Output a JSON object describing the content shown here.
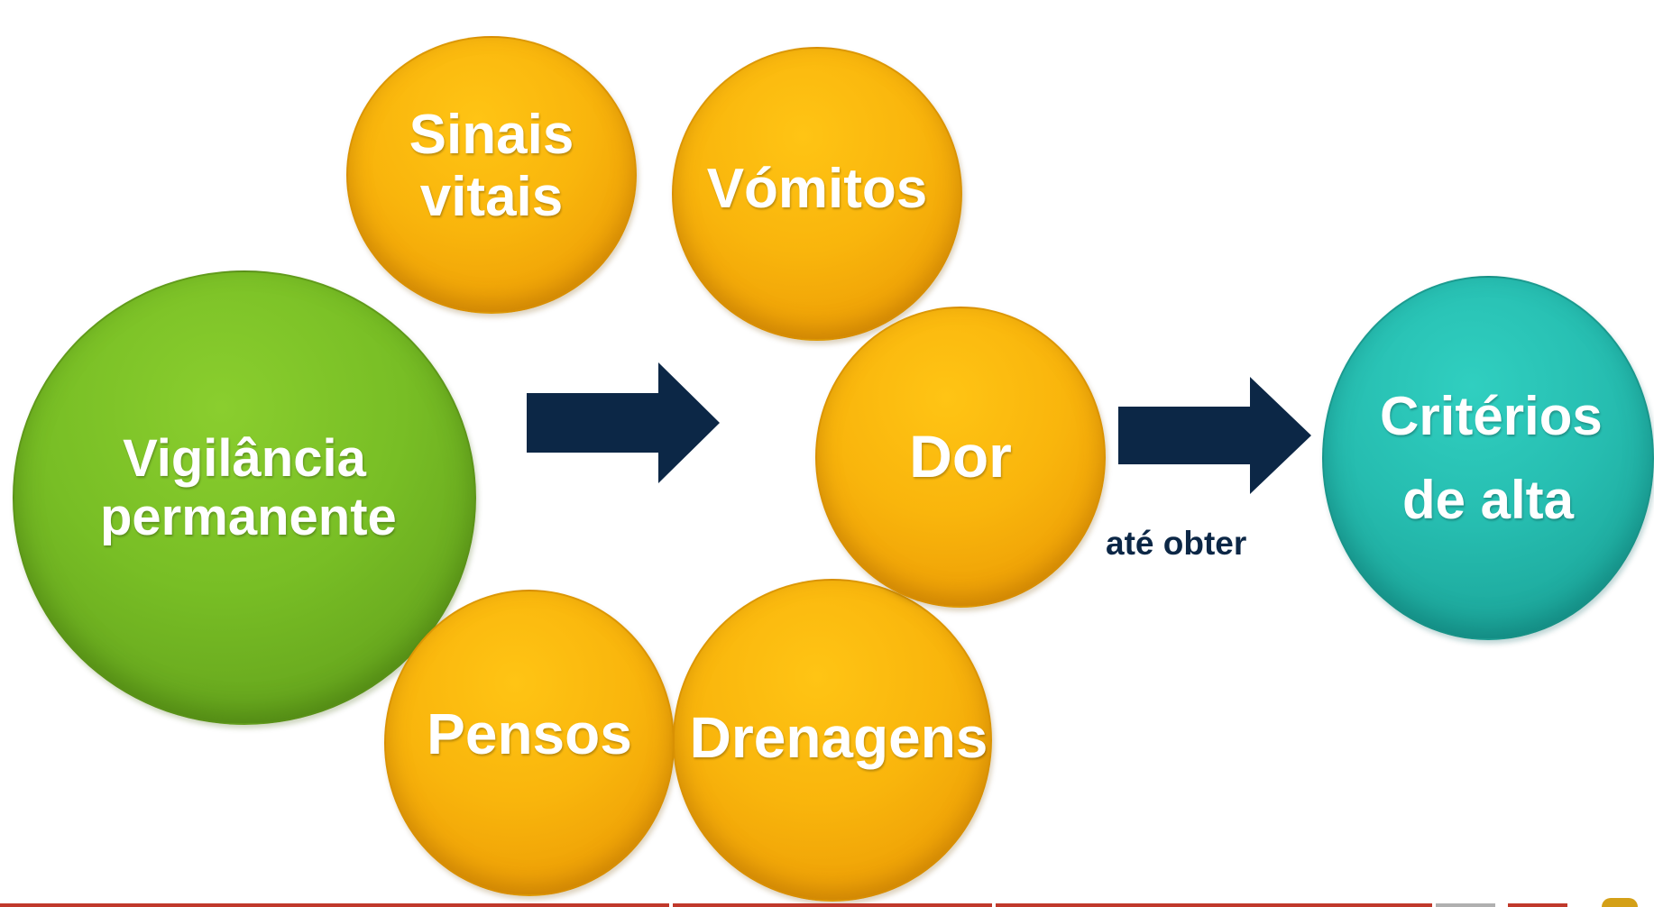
{
  "nodes": {
    "sinais_vitais": "Sinais vitais",
    "vomitos": "Vómitos",
    "dor": "Dor",
    "pensos": "Pensos",
    "drenagens": "Drenagens",
    "vigilancia": "Vigilância permanente",
    "criterios": "Critérios de alta"
  },
  "connector_label": "até obter",
  "colors": {
    "orange": "#f9b50c",
    "green": "#78be25",
    "teal": "#26bdb0",
    "arrow": "#0c2746",
    "footer_red": "#c0392b",
    "footer_gray": "#b0b0b0"
  }
}
